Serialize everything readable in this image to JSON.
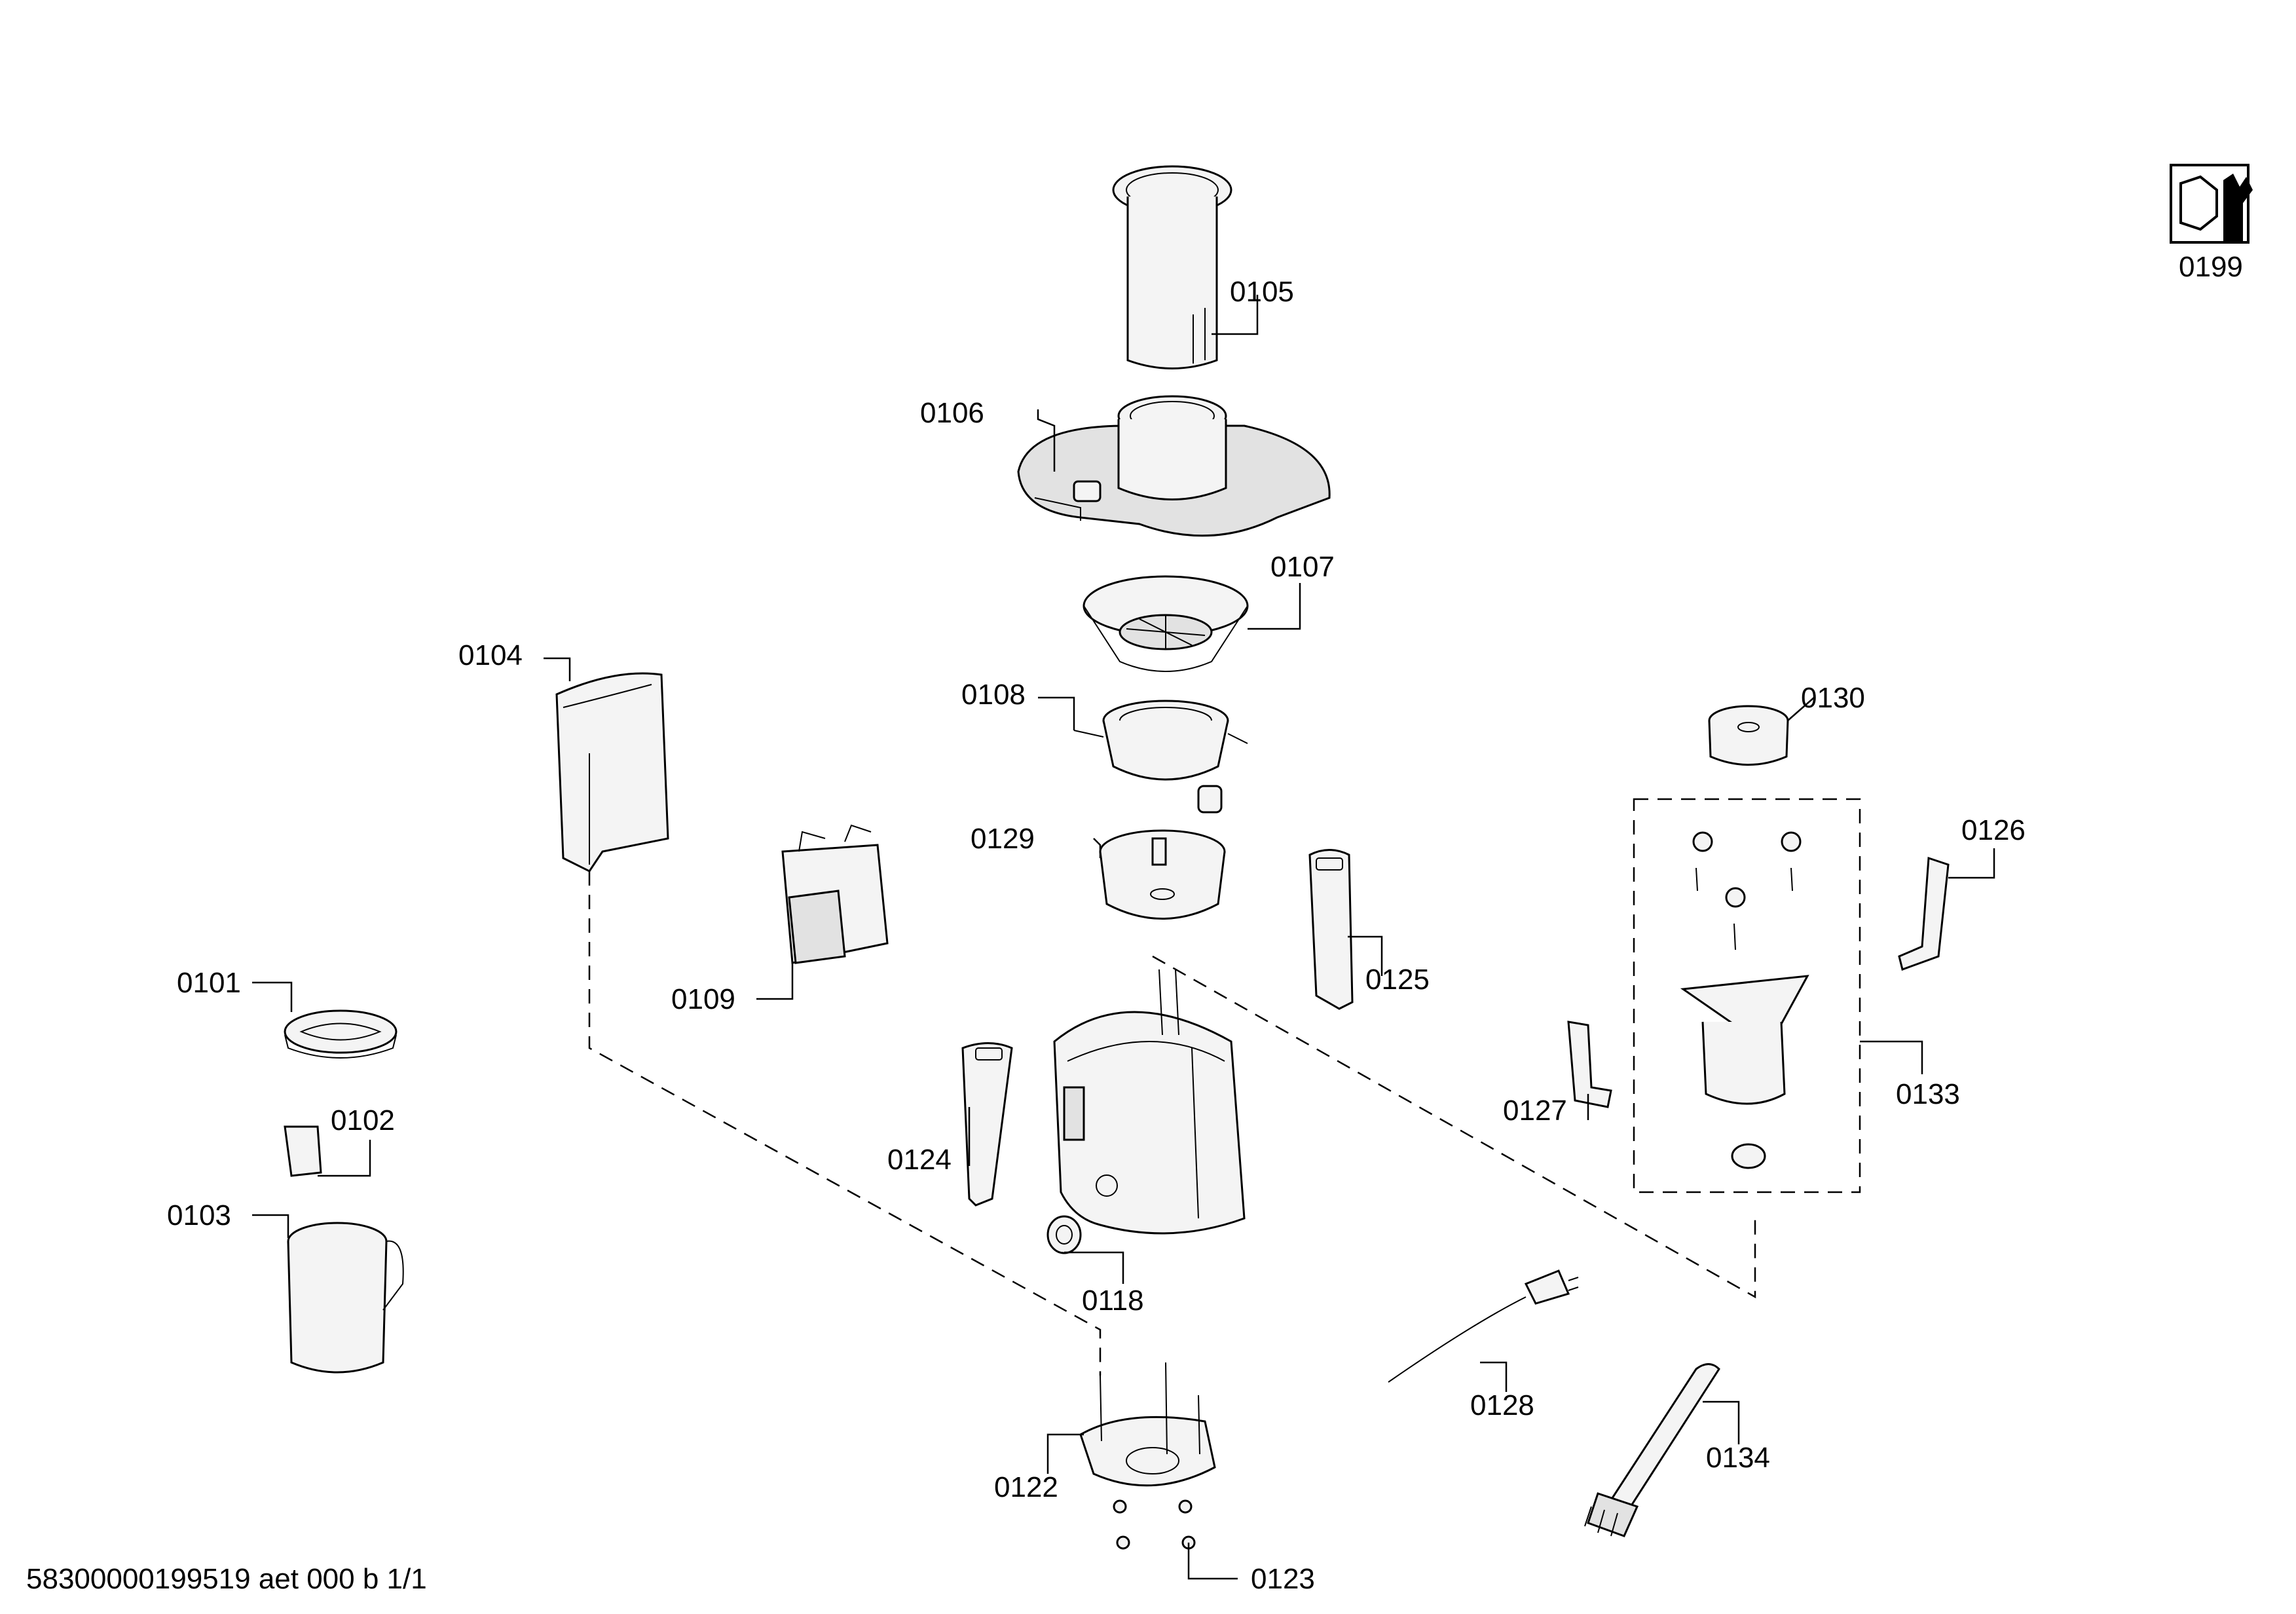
{
  "drawing": {
    "footer_text": "58300000199519 aet 000 b 1/1",
    "service_kit_icon": "service-kit-icon",
    "labels": {
      "p0101": "0101",
      "p0102": "0102",
      "p0103": "0103",
      "p0104": "0104",
      "p0105": "0105",
      "p0106": "0106",
      "p0107": "0107",
      "p0108": "0108",
      "p0109": "0109",
      "p0118": "0118",
      "p0122": "0122",
      "p0123": "0123",
      "p0124": "0124",
      "p0125": "0125",
      "p0126": "0126",
      "p0127": "0127",
      "p0128": "0128",
      "p0129": "0129",
      "p0130": "0130",
      "p0133": "0133",
      "p0134": "0134",
      "p0199": "0199"
    }
  }
}
